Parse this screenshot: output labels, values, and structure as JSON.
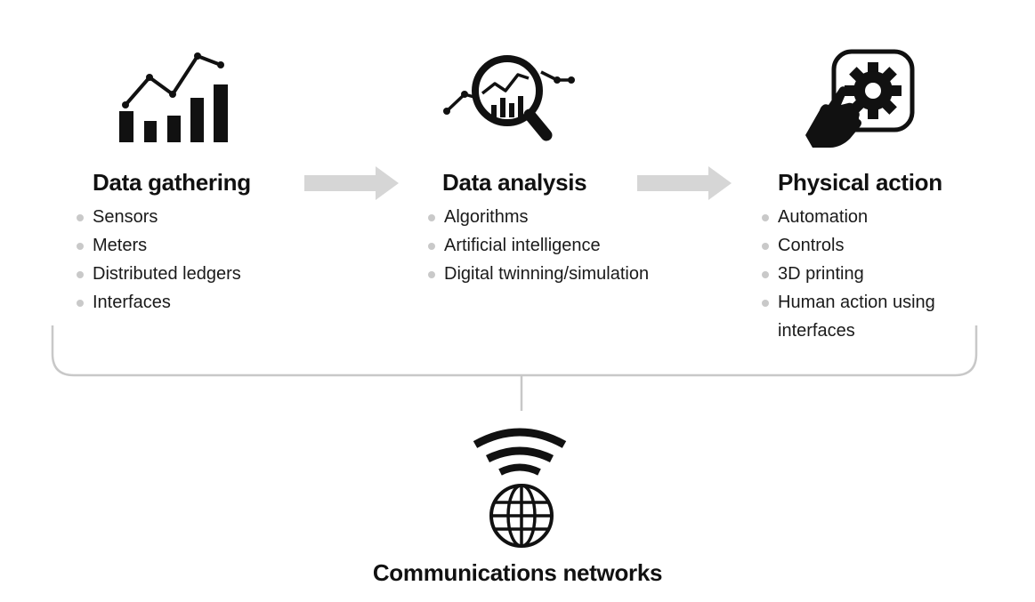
{
  "columns": [
    {
      "title": "Data gathering",
      "icon": "bar-chart-icon",
      "items": [
        "Sensors",
        "Meters",
        "Distributed ledgers",
        "Interfaces"
      ]
    },
    {
      "title": "Data analysis",
      "icon": "magnifier-chart-icon",
      "items": [
        "Algorithms",
        "Artificial intelligence",
        "Digital twinning/simulation"
      ]
    },
    {
      "title": "Physical action",
      "icon": "hand-gear-icon",
      "items": [
        "Automation",
        "Controls",
        "3D printing",
        "Human action using interfaces"
      ]
    }
  ],
  "network": {
    "title": "Communications networks",
    "icon": "wifi-globe-icon"
  },
  "colors": {
    "text": "#111111",
    "arrow": "#d6d6d6",
    "bracket": "#c8c8c8",
    "bullet": "#c9c9c9",
    "icon": "#111111"
  }
}
